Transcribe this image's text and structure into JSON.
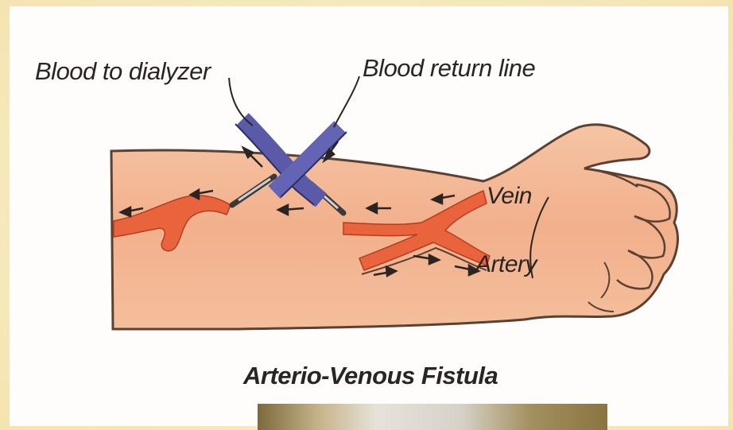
{
  "labels": {
    "blood_to_dialyzer": "Blood to dialyzer",
    "blood_return_line": "Blood return line",
    "vein": "Vein",
    "artery": "Artery"
  },
  "caption": "Arterio-Venous Fistula",
  "colors": {
    "background": "#f6ecc0",
    "skin": "#f3b794",
    "vessel": "#e8603a",
    "tubing": "#5a5aa8",
    "ink": "#2a2422"
  }
}
